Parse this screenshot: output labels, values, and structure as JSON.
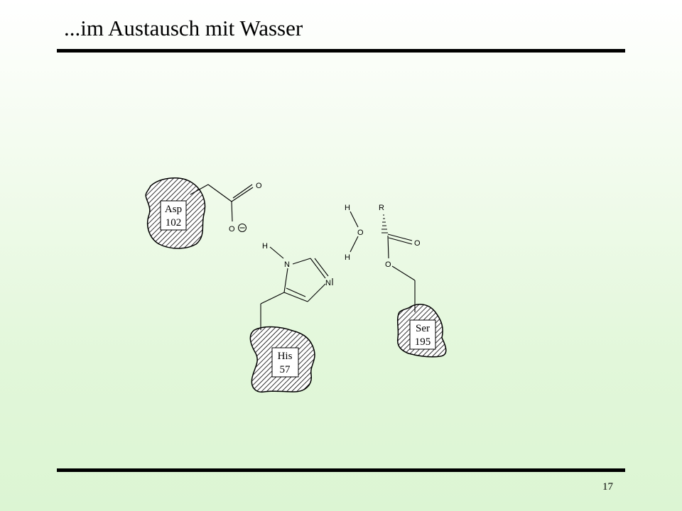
{
  "slide": {
    "title": "...im Austausch mit Wasser",
    "page_number": "17"
  },
  "residues": {
    "asp": {
      "name": "Asp",
      "number": "102"
    },
    "his": {
      "name": "His",
      "number": "57"
    },
    "ser": {
      "name": "Ser",
      "number": "195"
    }
  },
  "atoms": {
    "asp_o_double": "O",
    "asp_o_minus": "O",
    "his_h": "H",
    "his_n1": "N",
    "his_n2": "N",
    "water_h_top": "H",
    "water_o": "O",
    "water_h_bottom": "H",
    "substrate_r": "R",
    "substrate_o_double": "O",
    "ser_o": "O"
  }
}
